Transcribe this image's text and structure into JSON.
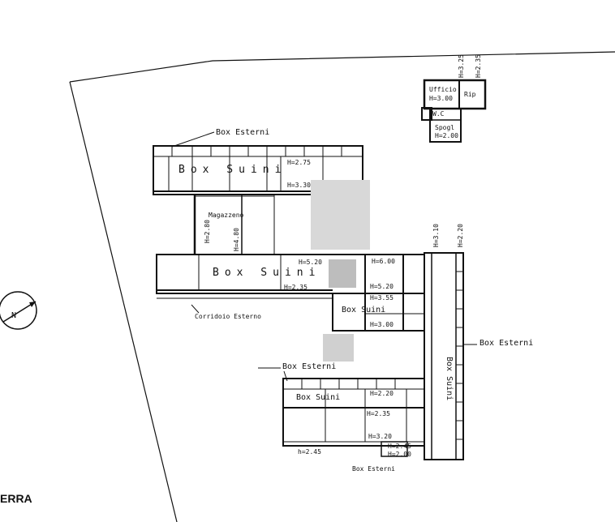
{
  "legend_label": "ERRA",
  "north_arrow_label": "N",
  "labels": {
    "box_esterni_top": "Box Esterni",
    "box_suini_top": "Box Suini",
    "h_top_1": "H=2.75",
    "h_top_2": "H=3.30",
    "magazzeno": "Magazzeno",
    "h_mag_1": "H=2.80",
    "h_mag_2": "H=4.80",
    "ufficio": "Ufficio",
    "ufficio_h": "H=3.00",
    "rip": "Rip",
    "wc": "W.C",
    "spogl": "Spogl",
    "spogl_h": "H=2.00",
    "h_side_1": "H=3.25",
    "h_side_2": "H=2.35",
    "box_suini_mid": "Box Suini",
    "h_mid_1": "H=5.20",
    "h_mid_2": "H=2.35",
    "h_mid_3": "H=6.00",
    "h_mid_4": "H=5.20",
    "h_mid_5": "H=3.55",
    "h_mid_6": "H=3.00",
    "box_suini_right": "Box Suini",
    "h_3_10": "H=3.10",
    "h_2_20_top": "H=2.20",
    "corridoio": "Corridoio Esterno",
    "box_esterni_right": "Box Esterni",
    "box_suini_vert": "Box Suini",
    "box_esterni_low": "Box Esterni",
    "box_suini_low": "Box Suini",
    "h_low_1": "H=2.20",
    "h_low_2": "H=2.35",
    "h_low_3": "H=3.20",
    "h_low_4": "H=2.45",
    "h_low_5": "H=2.00",
    "h_low_6": "h=2.45",
    "box_esterni_bottom": "Box Esterni"
  }
}
